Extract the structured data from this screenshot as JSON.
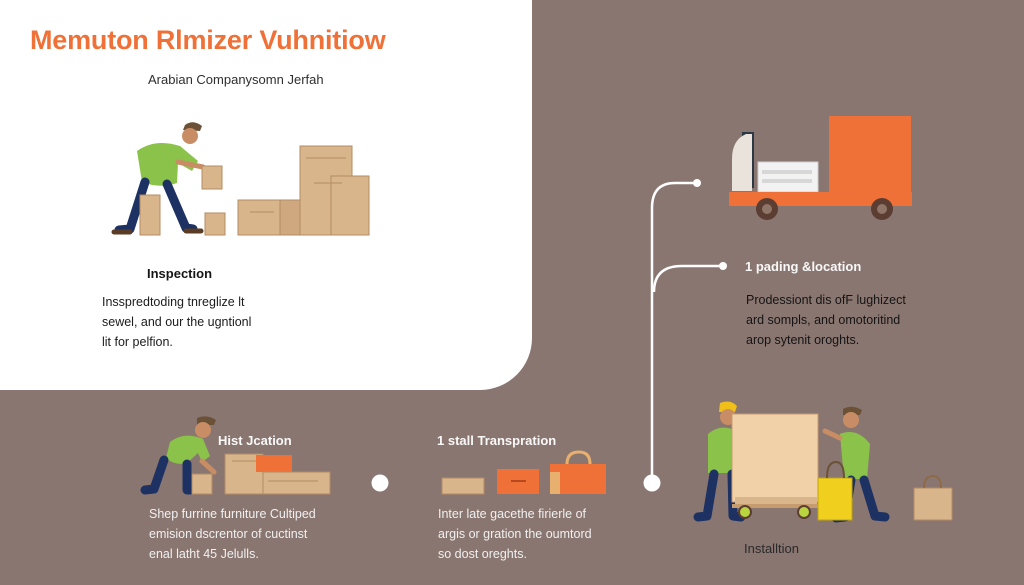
{
  "header": {
    "title": "Memuton Rlmizer Vuhnitiow",
    "subtitle": "Arabian Companysomn Jerfah"
  },
  "steps": [
    {
      "label": "Inspection",
      "description": [
        "Insspredtoding tnreglize lt",
        "sewel, and our the ugntionl",
        "lit for pelfion."
      ]
    },
    {
      "label": "1 pading &location",
      "description": [
        "Prodessiont dis ofF lughizect",
        "ard sompls, and omotoritind",
        "arop sytenit oroghts."
      ]
    },
    {
      "label": "Hist Jcation",
      "description": [
        "Shep furrine furniture Cultiped",
        "emision dscrentor of cuctinst",
        "enal latht 45 Jelulls."
      ]
    },
    {
      "label": "1 stall Transpration",
      "description": [
        "Inter late gacethe firierle of",
        "argis or gration the oumtord",
        "so dost oreghts."
      ]
    },
    {
      "label": "Installtion"
    }
  ],
  "colors": {
    "accent": "#ef7138",
    "background": "#8a7670",
    "panel": "#ffffff",
    "cardboard": "#d8b58b",
    "shirt": "#8bc34a"
  },
  "icons": [
    "worker-icon",
    "box-icon",
    "truck-icon",
    "cart-icon",
    "bag-icon",
    "dot-icon"
  ]
}
